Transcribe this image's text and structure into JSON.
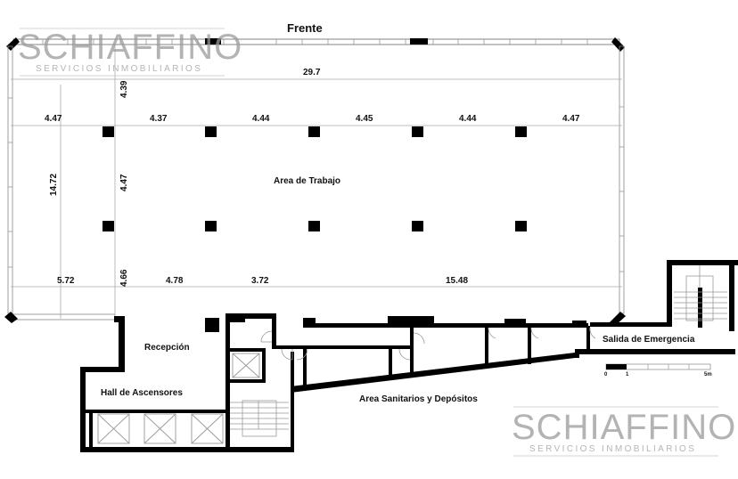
{
  "plan": {
    "title": "Frente",
    "rooms": {
      "work_area": "Area de Trabajo",
      "reception": "Recepción",
      "elevator_hall": "Hall de Ascensores",
      "restrooms_storage": "Area Sanitarios y Depósitos",
      "emergency_exit": "Salida de Emergencia"
    },
    "dimensions": {
      "total_width": "29.7",
      "total_depth": "14.72",
      "top_spans": [
        "4.47",
        "4.37",
        "4.44",
        "4.45",
        "4.44",
        "4.47"
      ],
      "bottom_spans": [
        "5.72",
        "4.78",
        "3.72",
        "15.48"
      ],
      "vertical_spans": [
        "4.39",
        "4.47",
        "4.66"
      ]
    },
    "scale_bar": {
      "labels": [
        "0",
        "1",
        "5m"
      ]
    }
  },
  "watermarks": [
    {
      "brand": "SCHIAFFINO",
      "tagline": "SERVICIOS INMOBILIARIOS",
      "position": "top-left"
    },
    {
      "brand": "SCHIAFFINO",
      "tagline": "SERVICIOS INMOBILIARIOS",
      "position": "bottom-right"
    }
  ],
  "colors": {
    "wall": "#000000",
    "grid_line": "#aaaaaa",
    "watermark": "#9a9a9a",
    "background": "#ffffff"
  }
}
